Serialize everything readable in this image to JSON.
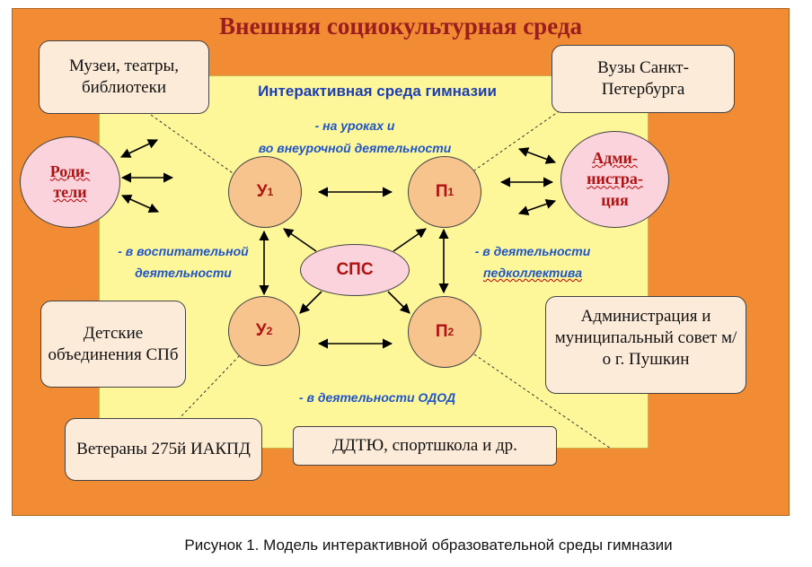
{
  "title": "Внешняя социокультурная среда",
  "inner_title": "Интерактивная среда гимназии",
  "boxes": {
    "museums": "Музеи, театры, библиотеки",
    "universities": "Вузы Санкт-Петербурга",
    "children": "Детские объединения СПб",
    "administration_municipal": "Администрация и муниципальный совет м/о г. Пушкин",
    "veterans": "Ветераны 275й ИАКПД",
    "ddtyu": "ДДТЮ, спортшкола и др."
  },
  "circles": {
    "parents_1": "Роди-",
    "parents_2": "тели",
    "admin_1": "Адми-",
    "admin_2": "нистра-",
    "admin_3": "ция"
  },
  "nodes": {
    "u1": "У",
    "u1_sub": "1",
    "p1": "П",
    "p1_sub": "1",
    "u2": "У",
    "u2_sub": "2",
    "p2": "П",
    "p2_sub": "2",
    "sps": "СПС"
  },
  "labels": {
    "lessons_1": "- на уроках и",
    "lessons_2": "во внеурочной деятельности",
    "upbringing_1": "- в воспитательной",
    "upbringing_2": "деятельности",
    "teachers_1": "- в деятельности",
    "teachers_2": "педколлектива",
    "odod": "- в деятельности ОДОД"
  },
  "caption": "Рисунок 1. Модель интерактивной образовательной среды гимназии",
  "colors": {
    "outer": "#f28c34",
    "inner": "#fef79a",
    "title": "#9a1e1e",
    "blue_text": "#1f55c8",
    "box": "#fdebd9",
    "pink": "#fbd3dc",
    "node": "#f6c48c"
  }
}
